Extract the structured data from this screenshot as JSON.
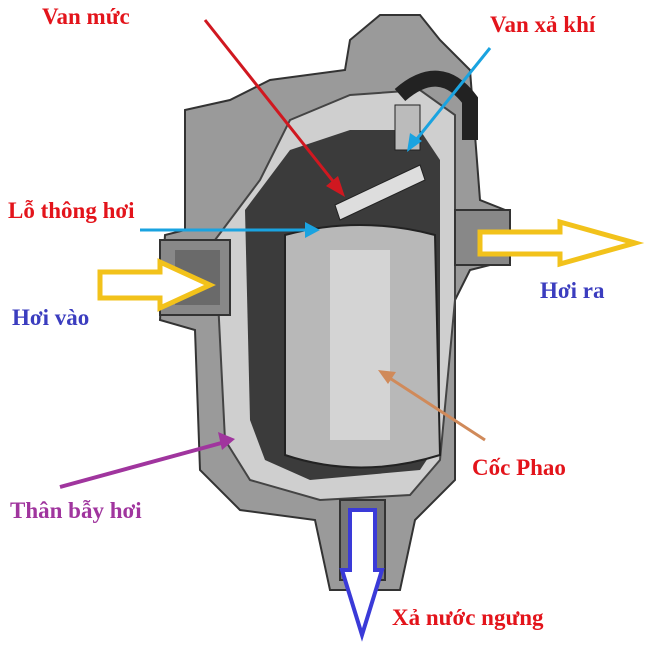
{
  "labels": {
    "level_valve": "Van mức",
    "air_vent_valve": "Van xả khí",
    "vent_hole": "Lỗ thông hơi",
    "steam_in": "Hơi vào",
    "steam_out": "Hơi ra",
    "float_cup": "Cốc Phao",
    "trap_body": "Thân bẫy hơi",
    "condensate_drain": "Xả nước ngưng"
  },
  "colors": {
    "red_label": "#e3141b",
    "blue_label": "#3b3dbf",
    "purple_label": "#a0359e",
    "flow_arrow": "#f2c21b",
    "drain_arrow": "#3a3ad8",
    "float_arrow": "#d08a5a"
  }
}
